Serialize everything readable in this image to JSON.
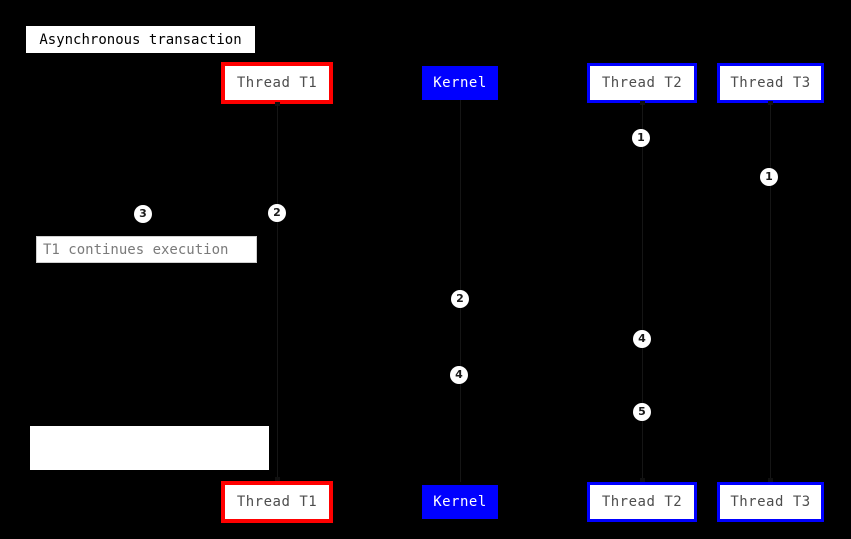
{
  "diagram": {
    "type": "uml-sequence-diagram",
    "title": "Asynchronous transaction",
    "background_color": "#000000"
  },
  "legend": {
    "title_label": "Asynchronous transaction"
  },
  "colors": {
    "background": "#000000",
    "thread_t1_border": "#ff0000",
    "kernel_fill": "#0000ff",
    "thread_t2_border": "#0000ff",
    "thread_t3_border": "#0000ff",
    "box_fill": "#ffffff",
    "participant_text": "#4d4d4d",
    "note_text": "#7a7a7a",
    "badge_fill": "#ffffff",
    "badge_text": "#1a1a1a"
  },
  "participants_top": [
    {
      "id": "thread-t1",
      "label": "Thread T1",
      "style": "red-outline"
    },
    {
      "id": "kernel",
      "label": "Kernel",
      "style": "blue-fill"
    },
    {
      "id": "thread-t2",
      "label": "Thread T2",
      "style": "blue-outline"
    },
    {
      "id": "thread-t3",
      "label": "Thread T3",
      "style": "blue-outline"
    }
  ],
  "participants_bottom": [
    {
      "id": "thread-t1",
      "label": "Thread T1",
      "style": "red-outline"
    },
    {
      "id": "kernel",
      "label": "Kernel",
      "style": "blue-fill"
    },
    {
      "id": "thread-t2",
      "label": "Thread T2",
      "style": "blue-outline"
    },
    {
      "id": "thread-t3",
      "label": "Thread T3",
      "style": "blue-outline"
    }
  ],
  "notes": [
    {
      "id": "t1-continues",
      "text": "T1 continues execution"
    },
    {
      "id": "blank-note",
      "text": ""
    }
  ],
  "step_badges": [
    {
      "id": "badge-t2-1",
      "number": "1",
      "near": "thread-t2"
    },
    {
      "id": "badge-t3-1",
      "number": "1",
      "near": "thread-t3"
    },
    {
      "id": "badge-t1-3",
      "number": "3",
      "near": "thread-t1"
    },
    {
      "id": "badge-t1-2",
      "number": "2",
      "near": "thread-t1"
    },
    {
      "id": "badge-kernel-2",
      "number": "2",
      "near": "kernel"
    },
    {
      "id": "badge-t2-4",
      "number": "4",
      "near": "thread-t2"
    },
    {
      "id": "badge-kernel-4",
      "number": "4",
      "near": "kernel"
    },
    {
      "id": "badge-t2-5",
      "number": "5",
      "near": "thread-t2"
    }
  ]
}
